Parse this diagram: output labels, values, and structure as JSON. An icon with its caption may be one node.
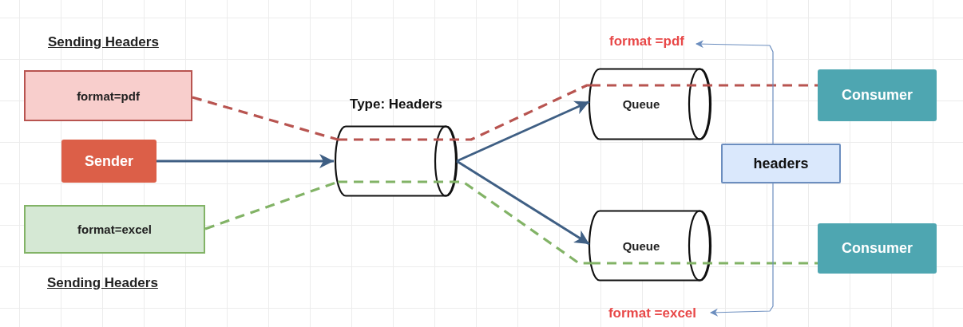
{
  "diagram": {
    "nodes": [
      {
        "text": [
          "format=pdf"
        ]
      },
      {
        "text": [
          "Sender"
        ]
      },
      {
        "text": [
          "format=excel"
        ]
      },
      {
        "text": [
          "Type: Headers"
        ]
      },
      {
        "text": [
          "Queue"
        ]
      },
      {
        "text": [
          "Queue"
        ]
      },
      {
        "text": [
          "Consumer"
        ]
      },
      {
        "text": [
          "Consumer"
        ]
      },
      {
        "text": [
          "headers"
        ]
      },
      {
        "text": [
          "format =pdf"
        ]
      },
      {
        "text": [
          "format =excel"
        ]
      }
    ],
    "edges": [
      {
        "from": 1,
        "to": 3,
        "arrow": "to"
      },
      {
        "from": 3,
        "to": 4,
        "arrow": "to"
      },
      {
        "from": 3,
        "to": 5,
        "arrow": "to"
      },
      {
        "from": 0,
        "to": 3,
        "arrow": "none",
        "style": "dashed",
        "color": "#b85450"
      },
      {
        "from": 2,
        "to": 3,
        "arrow": "none",
        "style": "dashed",
        "color": "#82b366"
      },
      {
        "from": 3,
        "to": 4,
        "arrow": "none",
        "style": "dashed",
        "color": "#b85450"
      },
      {
        "from": 3,
        "to": 5,
        "arrow": "none",
        "style": "dashed",
        "color": "#82b366"
      },
      {
        "from": 4,
        "to": 6,
        "arrow": "none",
        "style": "dashed",
        "color": "#b85450"
      },
      {
        "from": 5,
        "to": 7,
        "arrow": "none",
        "style": "dashed",
        "color": "#82b366"
      },
      {
        "from": 8,
        "to": 9,
        "arrow": "to",
        "color": "#6c8ebf"
      },
      {
        "from": 8,
        "to": 10,
        "arrow": "to",
        "color": "#6c8ebf"
      }
    ],
    "labels": [
      "Sending Headers",
      "Sending Headers"
    ]
  }
}
